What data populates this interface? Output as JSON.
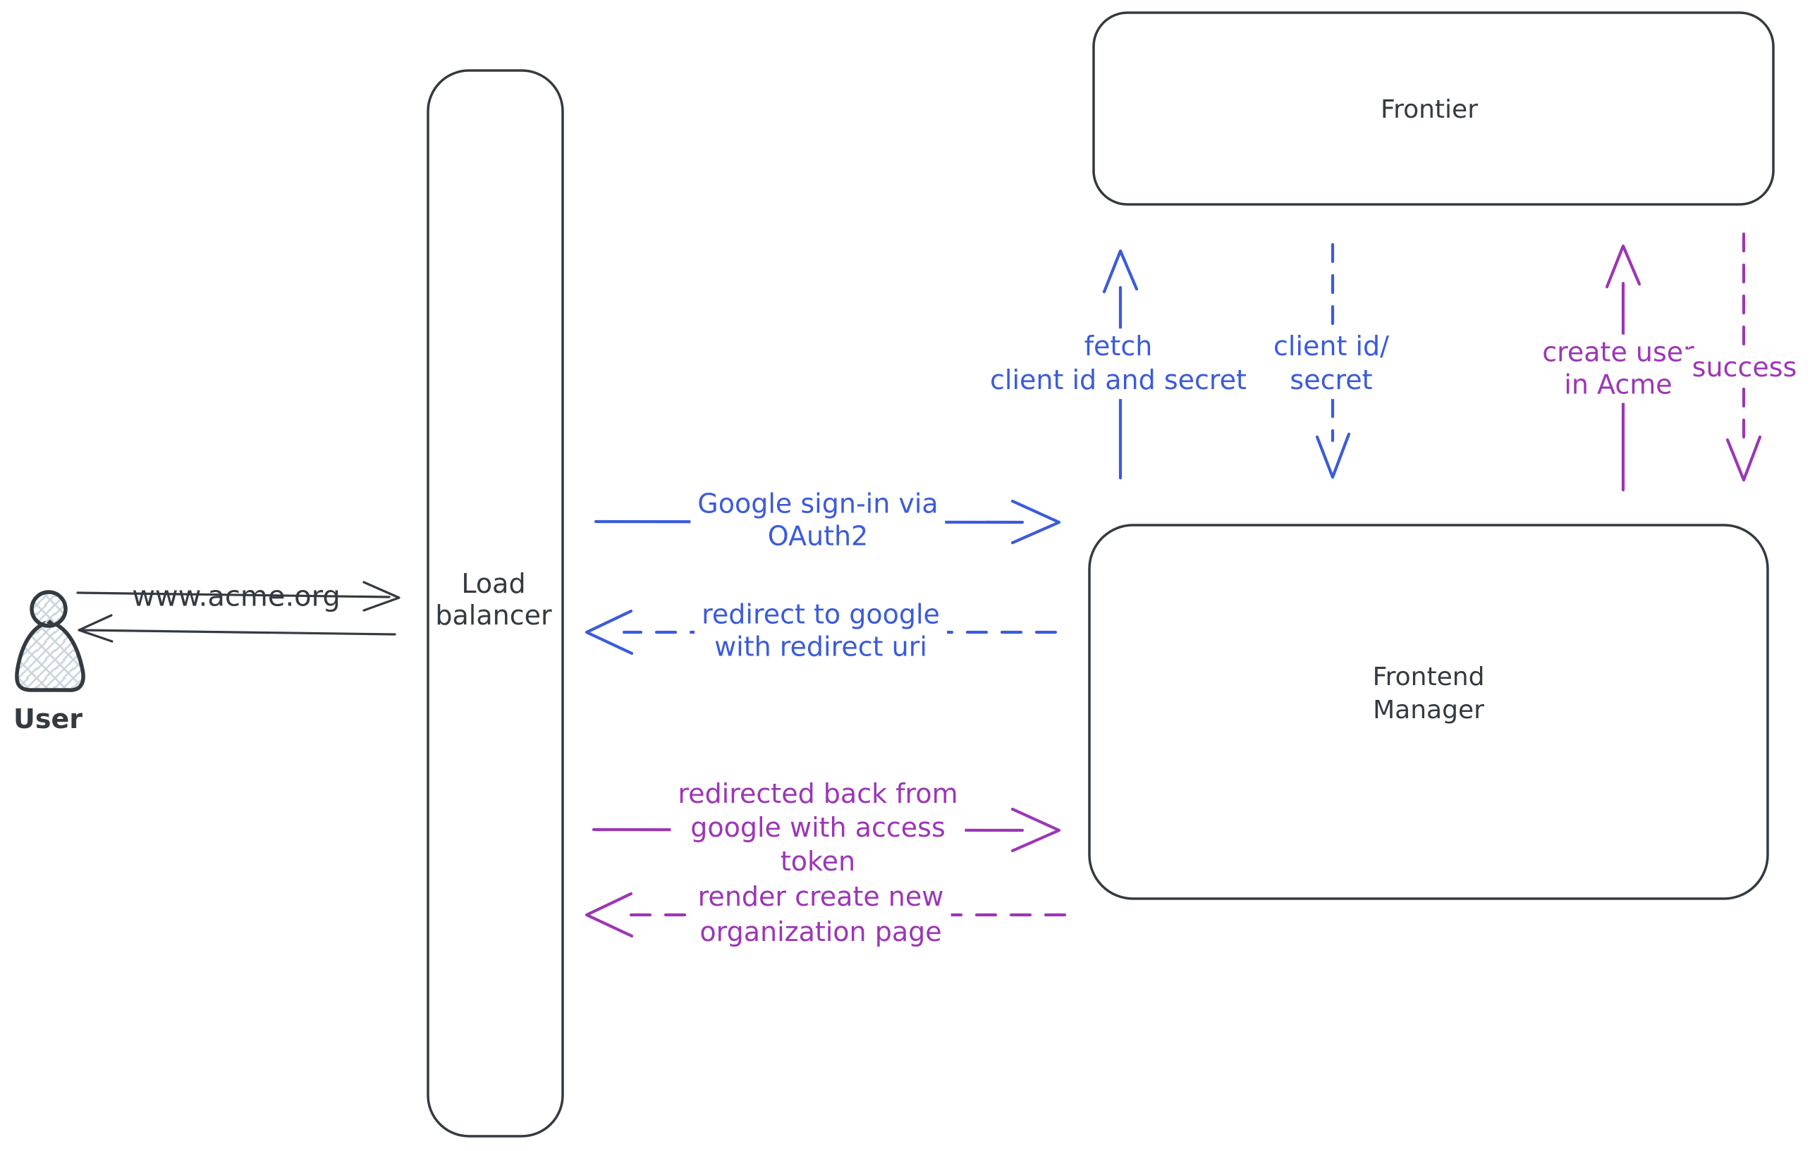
{
  "colors": {
    "ink": "#343a40",
    "blue": "#3b5bdb",
    "purple": "#9c36b5",
    "hatch_fill": "#ccd5dd",
    "background": "#ffffff"
  },
  "nodes": {
    "user": {
      "label": "User"
    },
    "load_balancer": {
      "label": "Load\nbalancer"
    },
    "frontier": {
      "label": "Frontier"
    },
    "frontend_manager": {
      "label": "Frontend\nManager"
    }
  },
  "messages": {
    "www_acme": {
      "label": "www.acme.org",
      "style": "solid",
      "color": "ink",
      "direction": "right"
    },
    "user_return": {
      "label": "",
      "style": "solid",
      "color": "ink",
      "direction": "left"
    },
    "google_signin": {
      "label": "Google sign-in via\nOAuth2",
      "style": "solid",
      "color": "blue",
      "direction": "right"
    },
    "redirect_google": {
      "label": "redirect to google\nwith redirect uri",
      "style": "dashed",
      "color": "blue",
      "direction": "left"
    },
    "redirected_back": {
      "label": "redirected back from\ngoogle with access\ntoken",
      "style": "solid",
      "color": "purple",
      "direction": "right"
    },
    "render_page": {
      "label": "render create new\norganization page",
      "style": "dashed",
      "color": "purple",
      "direction": "left"
    },
    "fetch_client": {
      "label": "fetch\nclient id and secret",
      "style": "solid",
      "color": "blue",
      "direction": "up"
    },
    "client_id_secret": {
      "label": "client id/\nsecret",
      "style": "dashed",
      "color": "blue",
      "direction": "down"
    },
    "create_user": {
      "label": "create user\nin Acme",
      "style": "solid",
      "color": "purple",
      "direction": "up"
    },
    "success": {
      "label": "success",
      "style": "dashed",
      "color": "purple",
      "direction": "down"
    }
  }
}
